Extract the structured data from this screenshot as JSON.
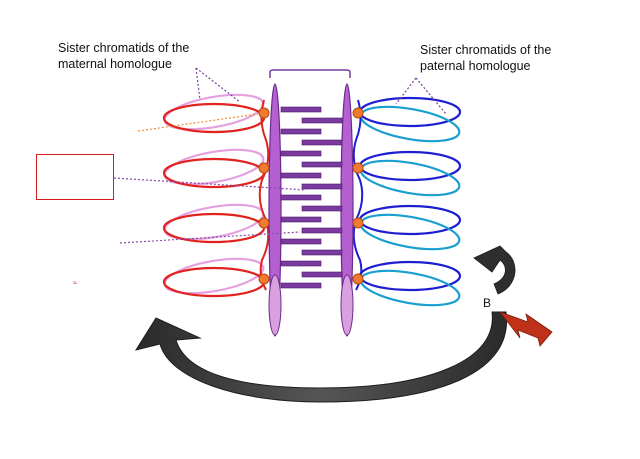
{
  "labels": {
    "maternal_line1": "Sister chromatids of the",
    "maternal_line2": "maternal homologue",
    "paternal_line1": "Sister chromatids of the",
    "paternal_line2": "paternal homologue",
    "break_point": "B",
    "small_mark": "≈"
  },
  "colors": {
    "maternal_red": "#e0231f",
    "maternal_pink": "#e6a0e0",
    "paternal_blue": "#1d1fd0",
    "paternal_cyan": "#1a9fd0",
    "axis_purple": "#a24fc4",
    "axis_light": "#d9a0e0",
    "transverse_filament": "#6b2a8e",
    "crossover_node": "#f07a30",
    "arrow_gray": "#3a3a3a",
    "lightning": "#c0311a",
    "box_border": "#d81b1b"
  },
  "icons": {
    "return_arrow": "curved-arrow-icon",
    "rotation_arrow": "curved-arrow-icon",
    "damage": "lightning-bolt-icon"
  }
}
